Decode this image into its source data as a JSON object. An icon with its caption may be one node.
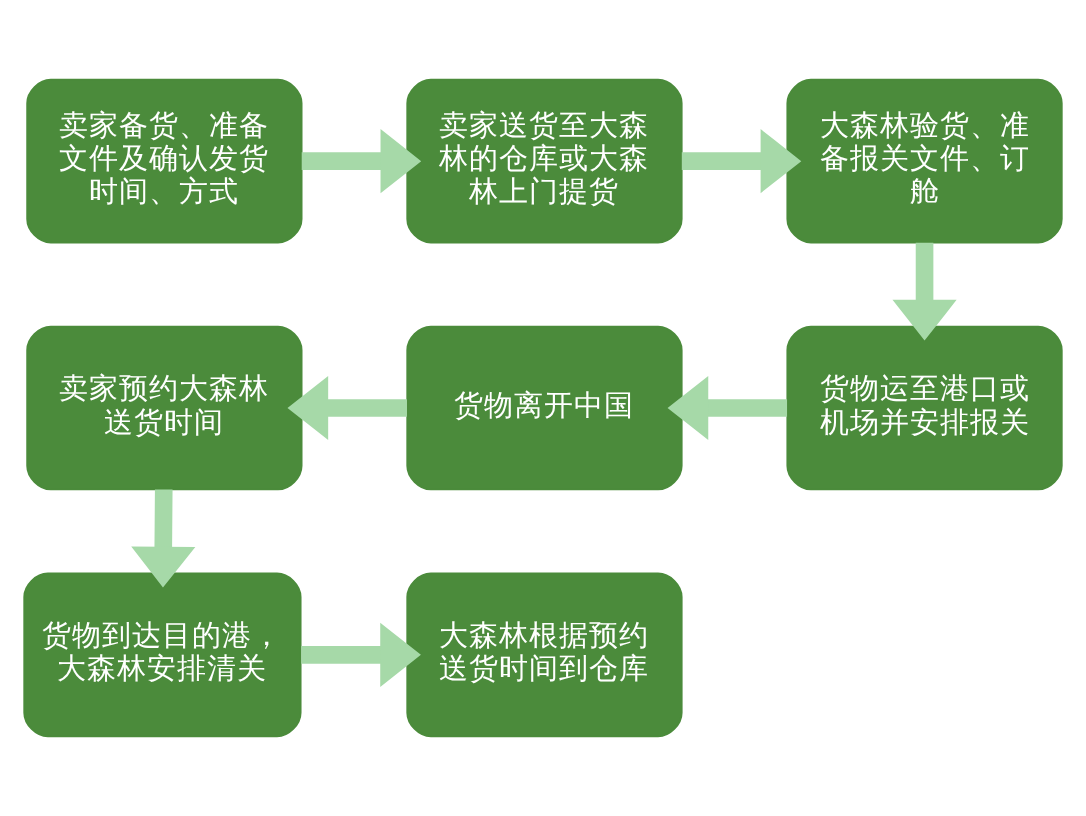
{
  "diagram": {
    "nodes": [
      {
        "text": [
          "卖家备货、准备文件及确认发货时间、方式"
        ]
      },
      {
        "text": [
          "卖家送货至大森林的仓库或大森林上门提货"
        ]
      },
      {
        "text": [
          "大森林验货、准备报关文件、订舱"
        ]
      },
      {
        "text": [
          "货物运至港口或机场并安排报关"
        ]
      },
      {
        "text": [
          "货物离开中国"
        ]
      },
      {
        "text": [
          "卖家预约大森林送货时间"
        ]
      },
      {
        "text": [
          "货物到达目的港，大森林安排清关"
        ]
      },
      {
        "text": [
          "大森林根据预约送货时间到仓库"
        ]
      }
    ],
    "edges": [
      {
        "from": 0,
        "to": 1,
        "arrow": "to"
      },
      {
        "from": 1,
        "to": 2,
        "arrow": "to"
      },
      {
        "from": 2,
        "to": 3,
        "arrow": "to"
      },
      {
        "from": 3,
        "to": 4,
        "arrow": "to"
      },
      {
        "from": 4,
        "to": 5,
        "arrow": "to"
      },
      {
        "from": 5,
        "to": 6,
        "arrow": "to"
      },
      {
        "from": 6,
        "to": 7,
        "arrow": "to"
      }
    ]
  }
}
